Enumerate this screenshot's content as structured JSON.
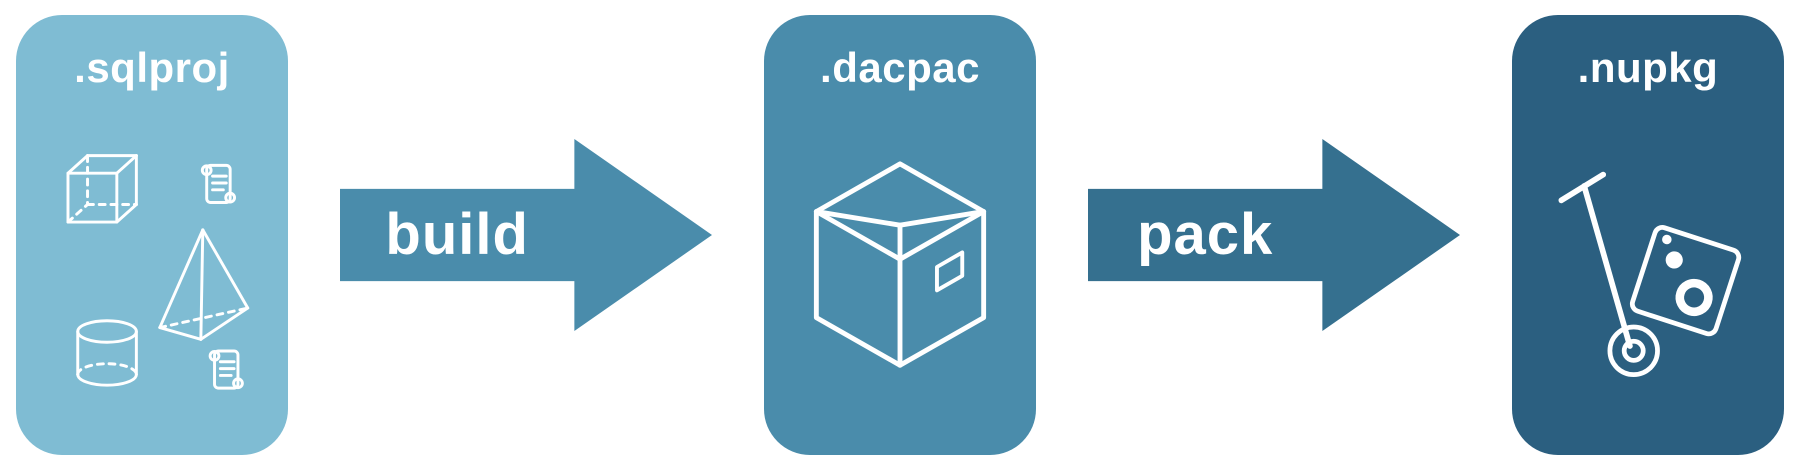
{
  "diagram": {
    "nodes": [
      {
        "label": ".sqlproj",
        "icon": "sql-objects-icon",
        "color": "#7FBCD3"
      },
      {
        "label": ".dacpac",
        "icon": "package-box-icon",
        "color": "#4A8CAB"
      },
      {
        "label": ".nupkg",
        "icon": "hand-truck-package-icon",
        "color": "#2B5F80"
      }
    ],
    "arrows": [
      {
        "label": "build",
        "color": "#4A8CAB"
      },
      {
        "label": "pack",
        "color": "#35708F"
      }
    ]
  }
}
